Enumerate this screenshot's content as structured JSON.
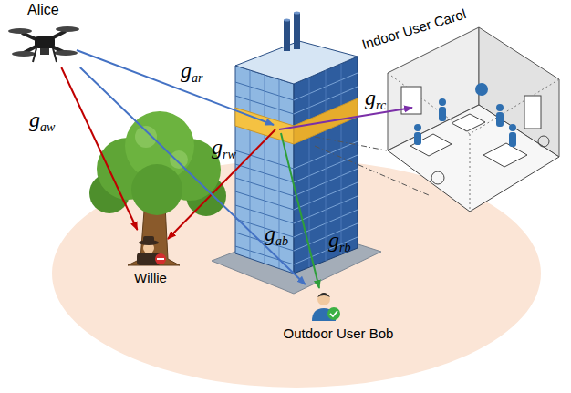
{
  "diagram": {
    "nodes": [
      {
        "text": [
          "Alice"
        ]
      },
      {
        "text": [
          "Indoor User Carol"
        ]
      },
      {
        "text": [
          "Willie"
        ]
      },
      {
        "text": [
          "Outdoor User Bob"
        ]
      }
    ],
    "edges": [
      {
        "from": 0,
        "to": 2,
        "label": "gaw",
        "arrow": "to"
      },
      {
        "from": 0,
        "to": 3,
        "label": "gab",
        "arrow": "to"
      }
    ],
    "labels": [
      "gar",
      "grc",
      "grw",
      "grb"
    ]
  }
}
